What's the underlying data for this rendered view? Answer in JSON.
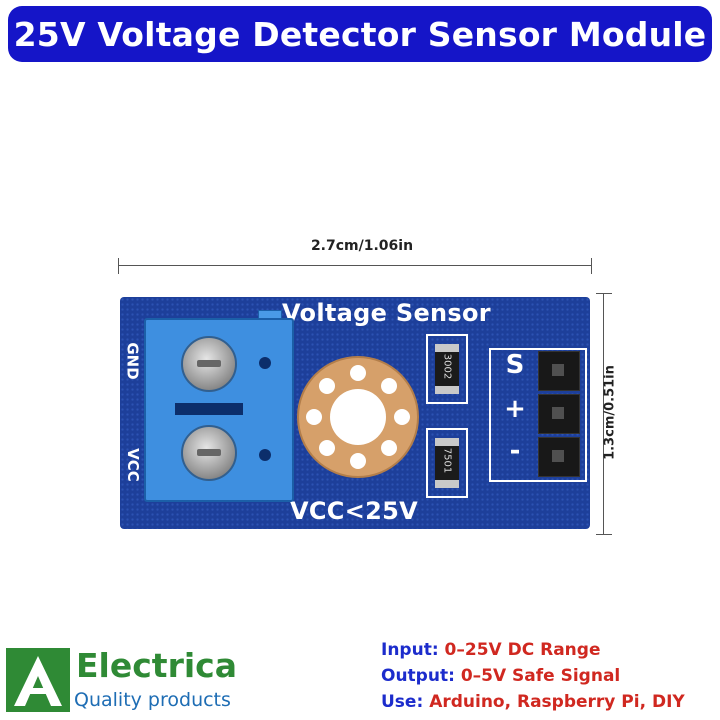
{
  "banner": {
    "title": "25V Voltage Detector Sensor Module"
  },
  "dimensions": {
    "width_label": "2.7cm/1.06in",
    "height_label": "1.3cm/0.51in"
  },
  "board": {
    "title": "Voltage Sensor",
    "limit_label": "VCC<25V",
    "terminal_labels": {
      "gnd": "GND",
      "vcc": "VCC"
    },
    "resistor_codes": [
      "3002",
      "7501"
    ],
    "header_labels": [
      "S",
      "+",
      "-"
    ]
  },
  "brand": {
    "name": "Electrica",
    "tagline": "Quality products"
  },
  "specs": [
    {
      "key": "Input:",
      "value": "0–25V DC Range"
    },
    {
      "key": "Output:",
      "value": "0–5V Safe Signal"
    },
    {
      "key": "Use:",
      "value": "Arduino, Raspberry Pi, DIY"
    }
  ],
  "colors": {
    "banner": "#1515c8",
    "pcb": "#1d3f9a",
    "terminal": "#3e8fe0",
    "brand_green": "#2f8a35",
    "spec_key": "#1c2ccc",
    "spec_value": "#d02820"
  }
}
